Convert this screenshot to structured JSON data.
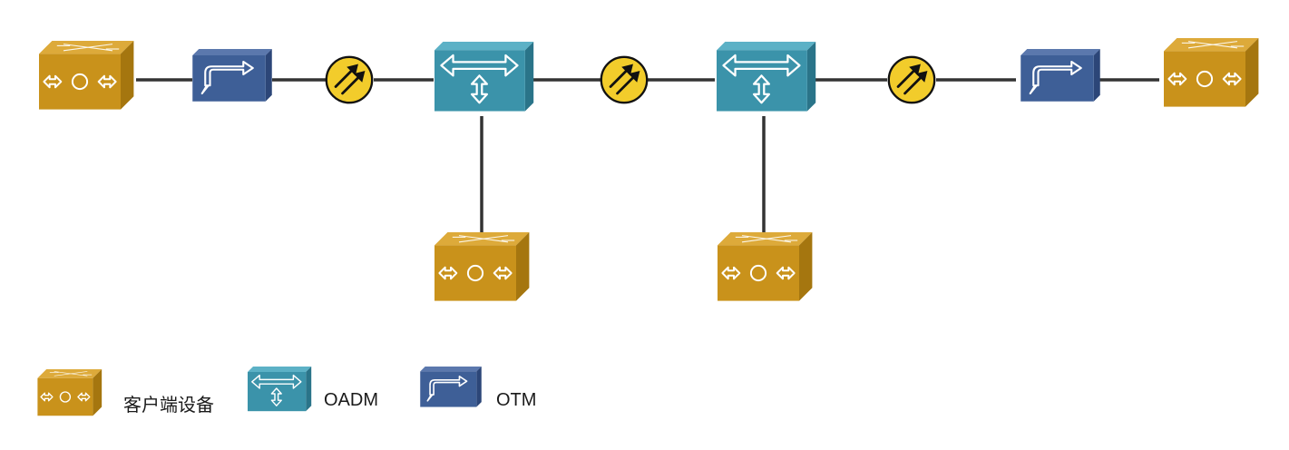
{
  "colors": {
    "client_front": "#C9921B",
    "client_top": "#DDAA3A",
    "client_side": "#A5760F",
    "oadm_front": "#3B93AA",
    "oadm_top": "#5CB1C6",
    "oadm_side": "#2A7489",
    "otm_front": "#3E5F97",
    "otm_top": "#5B78AD",
    "otm_side": "#2C4678",
    "amp_fill": "#F2CC2B",
    "link": "#333333"
  },
  "icons": {
    "client": "client-device-icon",
    "oadm": "oadm-icon",
    "otm": "otm-icon",
    "amplifier": "optical-amplifier-icon"
  },
  "legend": {
    "client_label": "客户端设备",
    "oadm_label": "OADM",
    "otm_label": "OTM"
  }
}
